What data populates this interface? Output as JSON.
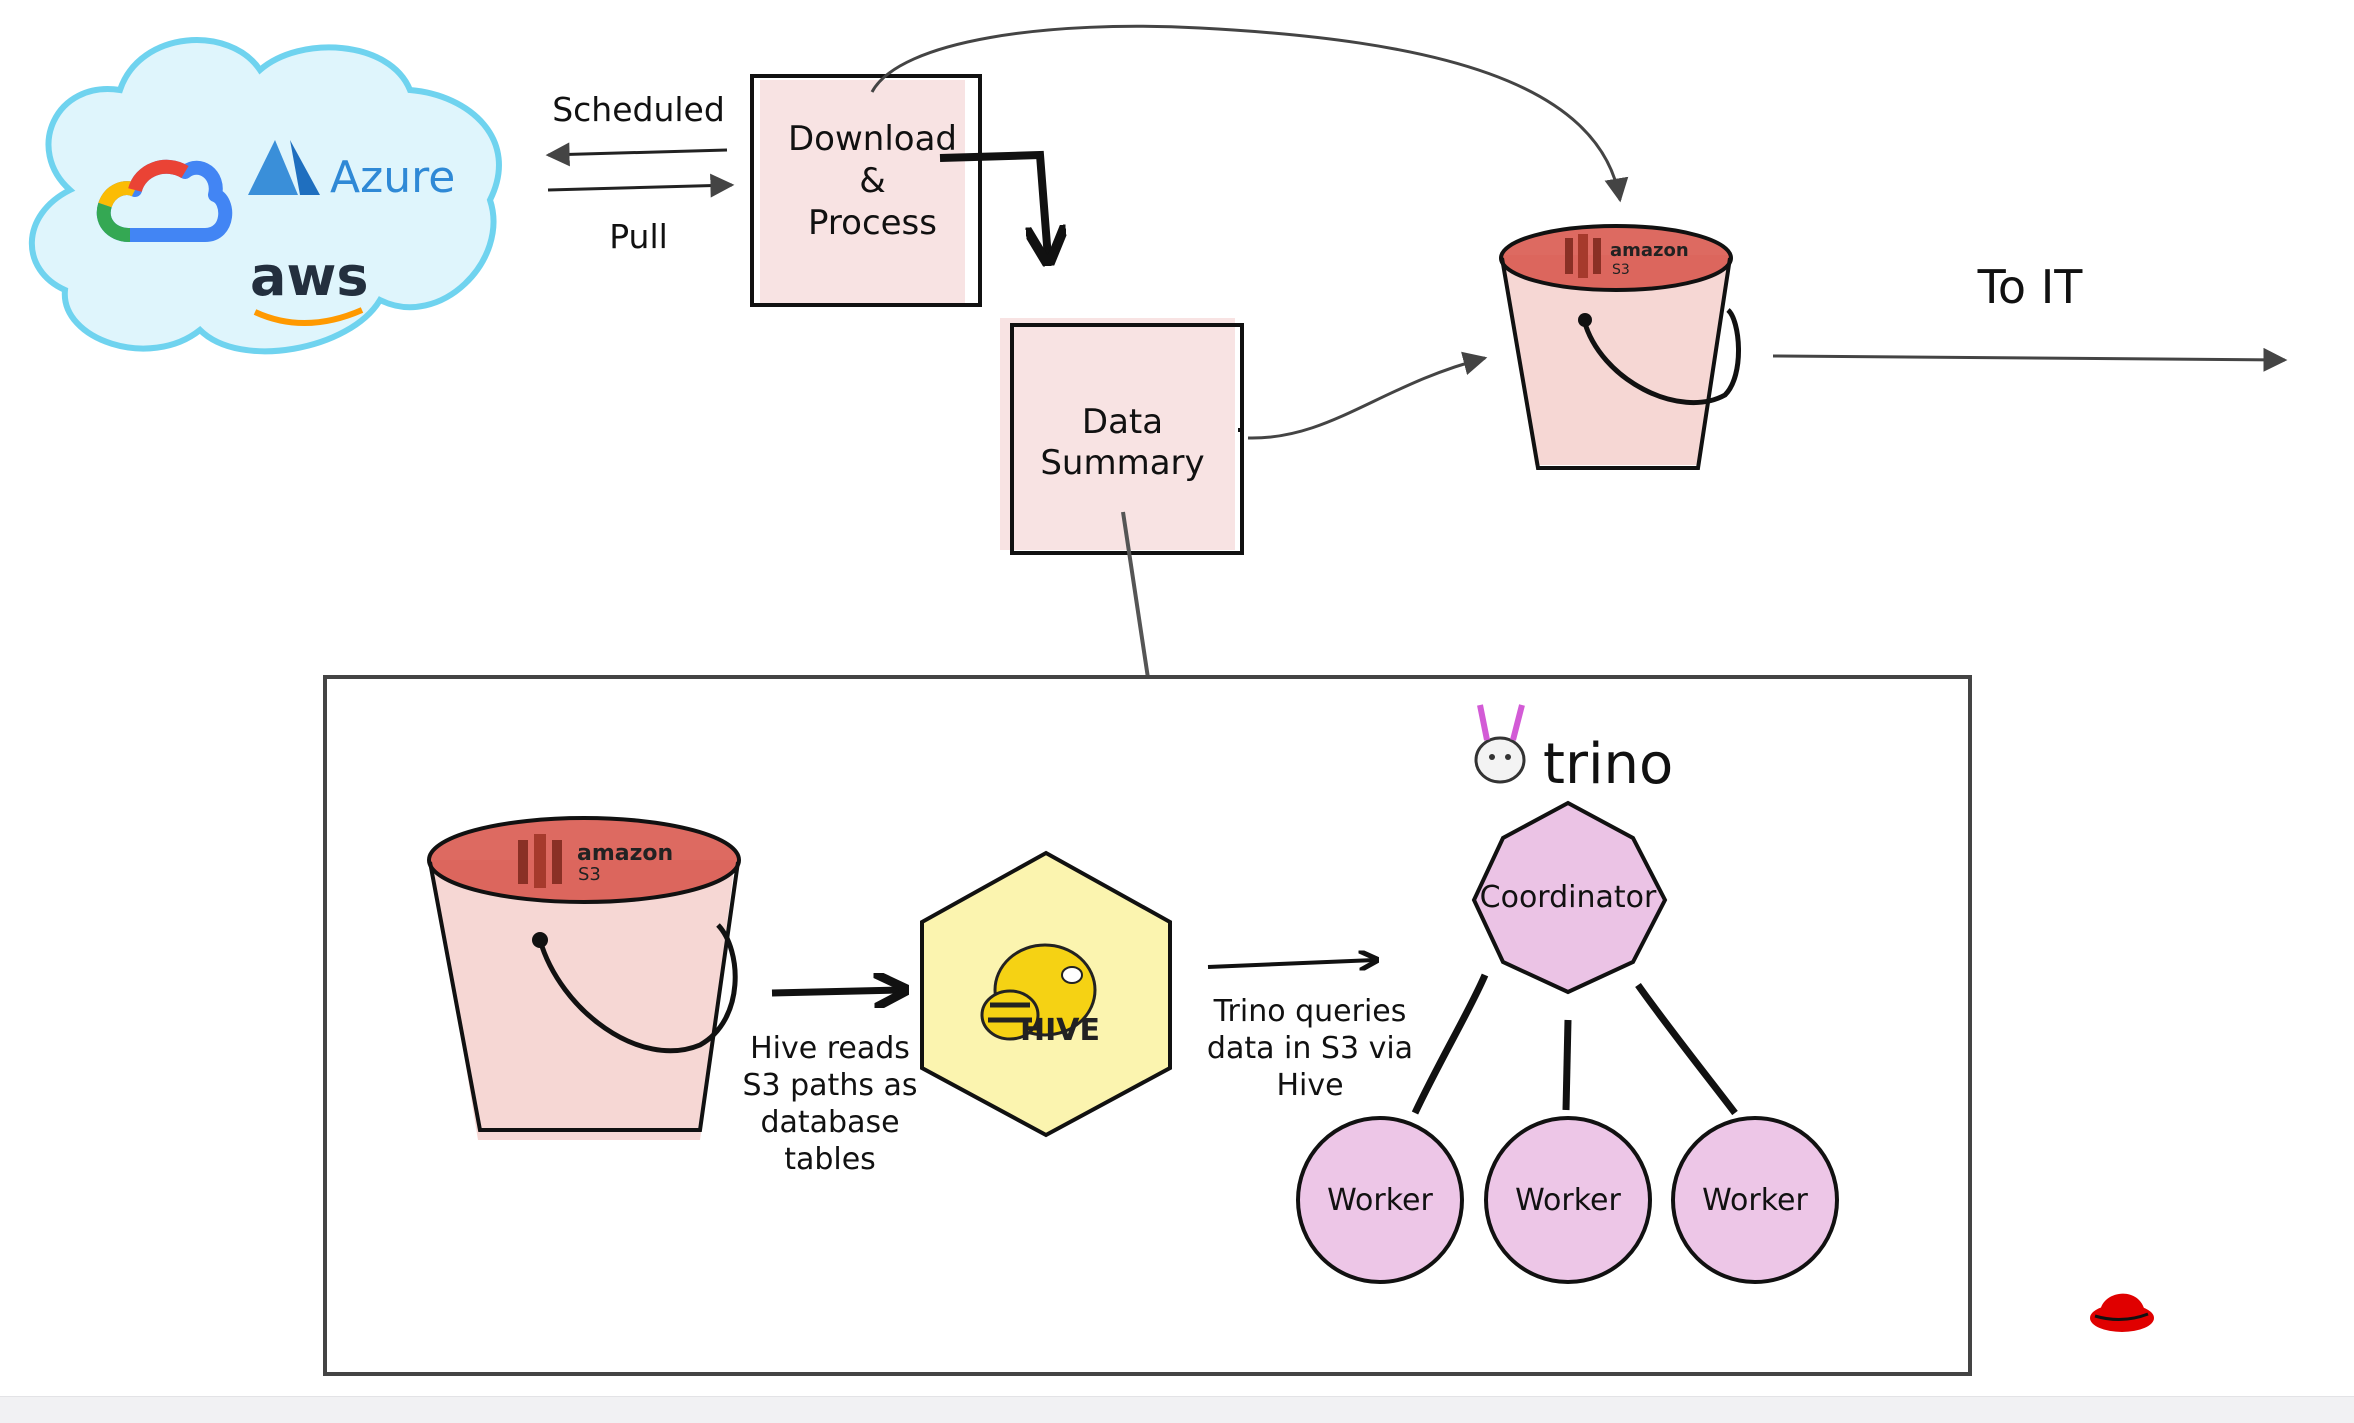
{
  "top": {
    "cloud": {
      "azure_label": "Azure",
      "aws_label": "aws"
    },
    "scheduled_label": "Scheduled",
    "pull_label": "Pull",
    "download_box": {
      "line1": "Download",
      "line2": "&",
      "line3": "Process"
    },
    "summary_box": {
      "line1": "Data",
      "line2": "Summary"
    },
    "s3_bucket": {
      "brand": "amazon",
      "service": "S3"
    },
    "to_it_label": "To IT"
  },
  "detail": {
    "s3_bucket": {
      "brand": "amazon",
      "service": "S3"
    },
    "hive_caption": [
      "Hive reads",
      "S3 paths as",
      "database",
      "tables"
    ],
    "hive_logo_text": "HIVE",
    "trino_caption": [
      "Trino queries",
      "data in S3 via",
      "Hive"
    ],
    "trino_logo_text": "trino",
    "coordinator_label": "Coordinator",
    "workers": [
      "Worker",
      "Worker",
      "Worker"
    ]
  },
  "colors": {
    "cloud_blue": "#6fd3ef",
    "box_pink": "#f6d6d6",
    "bucket_rim": "#d95a50",
    "hive_yellow": "#fbf3a6",
    "trino_pink": "#e8b8e1",
    "redhat_red": "#e00000"
  }
}
